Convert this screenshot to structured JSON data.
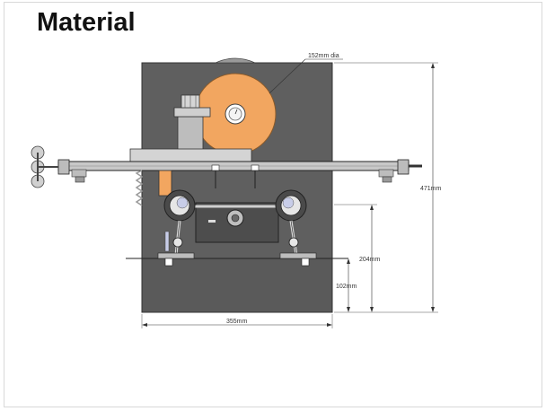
{
  "slide": {
    "title": "Material"
  },
  "drawing": {
    "dimensions": {
      "wheel_diameter": "152mm dia",
      "overall_height": "471mm",
      "upper_height": "204mm",
      "base_height": "102mm",
      "base_width": "355mm"
    },
    "colors": {
      "frame": "#5f5f5f",
      "wheel": "#f2a660",
      "rail": "#c8c8c8",
      "outline": "#222222"
    }
  }
}
